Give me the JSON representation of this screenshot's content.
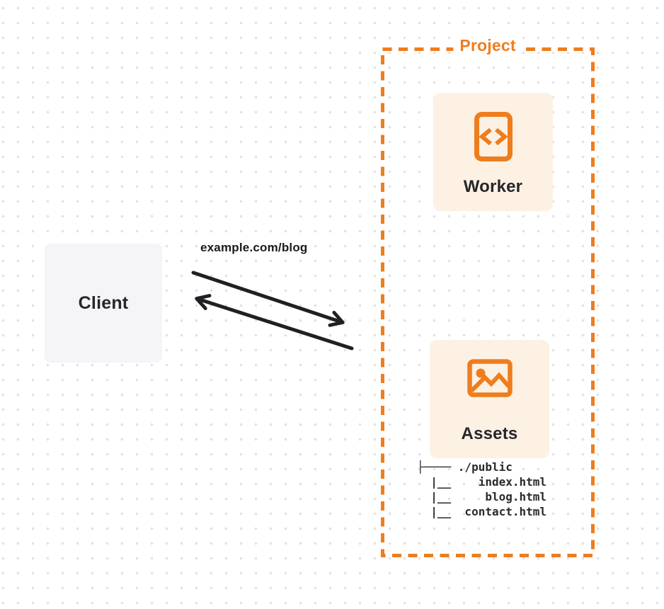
{
  "colors": {
    "accent_orange": "#ee7d1e",
    "card_background": "#fdf1e3",
    "client_background": "#f5f5f7",
    "arrow_ink": "#202024",
    "text_ink": "#26262a",
    "dot_grid": "#e2e2e5"
  },
  "client": {
    "label": "Client"
  },
  "request": {
    "label": "example.com/blog"
  },
  "project": {
    "label": "Project",
    "worker": {
      "label": "Worker",
      "icon": "code-file-icon"
    },
    "assets": {
      "label": "Assets",
      "icon": "image-icon",
      "file_tree": "├──── ./public\n  |__    index.html\n  |__     blog.html\n  |__  contact.html"
    }
  }
}
